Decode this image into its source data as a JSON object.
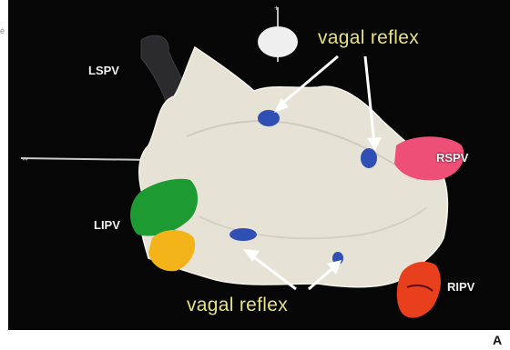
{
  "figure": {
    "annotations": {
      "vagal_reflex_top": "vagal reflex",
      "vagal_reflex_bottom": "vagal reflex"
    },
    "vein_labels": {
      "lspv": "LSPV",
      "rspv": "RSPV",
      "lipv": "LIPV",
      "ripv": "RIPV"
    },
    "panel_letter": "A",
    "colors": {
      "background": "#060606",
      "atrium": "#e6e2d6",
      "lspv": "#2b2b2d",
      "rspv": "#ee4f76",
      "lipv": "#1e9a33",
      "lipv_secondary": "#f3b41a",
      "ripv": "#e8401c",
      "ablation_points": "#2f4fb4",
      "annotation_text": "#e7e27a"
    }
  }
}
